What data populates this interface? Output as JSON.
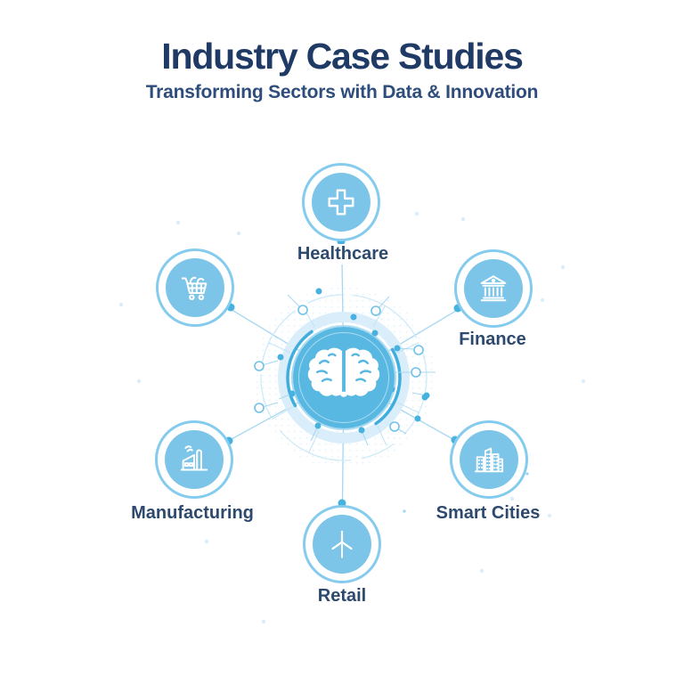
{
  "header": {
    "title": "Industry Case Studies",
    "subtitle": "Transforming Sectors with Data & Innovation"
  },
  "hub": {
    "name": "central-ai-hub",
    "icon": "brain-icon"
  },
  "nodes": [
    {
      "id": "healthcare",
      "label": "Healthcare",
      "icon": "medical-cross-icon",
      "position": "top"
    },
    {
      "id": "finance",
      "label": "Finance",
      "icon": "bank-icon",
      "position": "upper-right"
    },
    {
      "id": "smart-cities",
      "label": "Smart Cities",
      "icon": "city-buildings-icon",
      "position": "lower-right"
    },
    {
      "id": "retail",
      "label": "Retail",
      "icon": "wind-turbine-icon",
      "position": "bottom"
    },
    {
      "id": "manufacturing",
      "label": "Manufacturing",
      "icon": "factory-icon",
      "position": "lower-left"
    },
    {
      "id": "ecommerce",
      "label": "",
      "icon": "shopping-cart-icon",
      "position": "upper-left"
    }
  ],
  "colors": {
    "background": "#ffffff",
    "title": "#203a66",
    "subtitle": "#2e4d7c",
    "label": "#2d4a6e",
    "node_fill": "#7cc5e9",
    "node_ring": "#85cbee",
    "hub_fill": "#58b8e2",
    "hub_arc": "#3fadde",
    "connector_line": "#a5d7f0",
    "connector_dot": "#47b1df",
    "icon_stroke": "#ffffff"
  }
}
